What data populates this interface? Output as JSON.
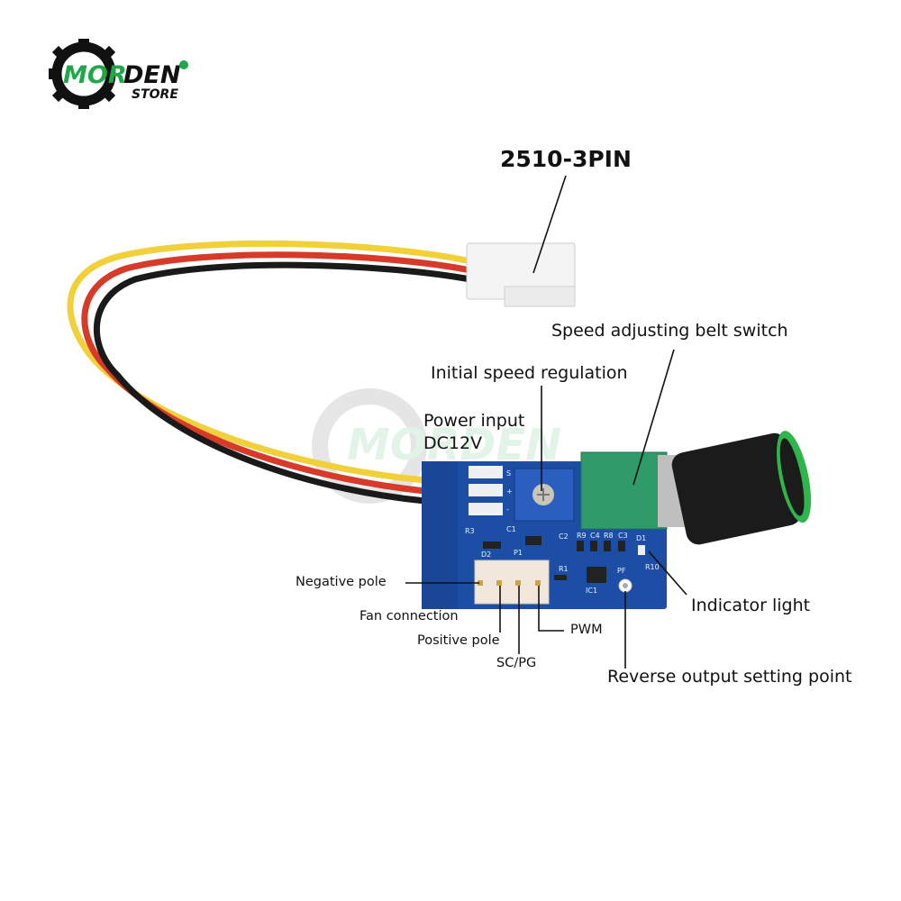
{
  "logo": {
    "brand_primary": "MOR",
    "brand_secondary": "DEN",
    "subtitle": "STORE",
    "accent_color": "#1ea84a"
  },
  "watermark": "MORDEN",
  "labels": {
    "connector": "2510-3PIN",
    "speed_switch": "Speed adjusting belt switch",
    "initial_speed": "Initial speed regulation",
    "power_input_line1": "Power input",
    "power_input_line2": "DC12V",
    "negative_pole": "Negative pole",
    "fan_connection": "Fan connection",
    "positive_pole": "Positive pole",
    "sc_pg": "SC/PG",
    "pwm": "PWM",
    "indicator_light": "Indicator light",
    "reverse_output": "Reverse output setting point"
  },
  "silkscreen": [
    "S",
    "+",
    "-",
    "R3",
    "C1",
    "P1",
    "C2",
    "R9",
    "C4",
    "R8",
    "C3",
    "D2",
    "R1",
    "IC1",
    "PF",
    "R10",
    "D1"
  ],
  "colors": {
    "board": "#1d4ea6",
    "knob_accent": "#2fb54a",
    "potentiometer": "#2a5fc0",
    "switch_body": "#2f9a6a"
  }
}
